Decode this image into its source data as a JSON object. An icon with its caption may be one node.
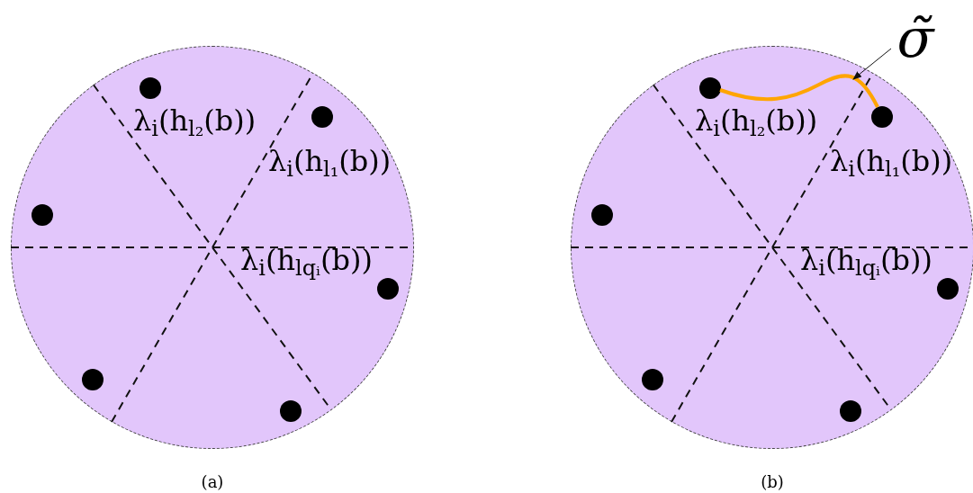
{
  "diagram": {
    "nodes": [
      {
        "text": [],
        "shape": "circle",
        "beside": [
          "(a)"
        ]
      },
      {
        "text": [],
        "shape": "circle",
        "in": 0
      },
      {
        "text": [],
        "shape": "circle",
        "in": 0
      },
      {
        "text": [],
        "shape": "circle",
        "in": 0
      },
      {
        "text": [],
        "shape": "circle",
        "in": 0
      },
      {
        "text": [],
        "shape": "circle",
        "in": 0
      },
      {
        "text": [],
        "shape": "circle",
        "in": 0
      },
      {
        "text": [],
        "shape": "circle",
        "beside": [
          "(b)"
        ]
      },
      {
        "text": [],
        "shape": "circle",
        "in": 7
      },
      {
        "text": [],
        "shape": "circle",
        "in": 7
      },
      {
        "text": [],
        "shape": "circle",
        "in": 7
      },
      {
        "text": [],
        "shape": "circle",
        "in": 7
      },
      {
        "text": [],
        "shape": "circle",
        "in": 7
      },
      {
        "text": [],
        "shape": "circle",
        "in": 7
      },
      {
        "text": [
          "σ̃"
        ]
      }
    ],
    "edges": [
      {
        "from": 8,
        "to": 9,
        "arrow": "none",
        "style": "thick",
        "color": "#ffa500"
      },
      {
        "from": 14,
        "to": null,
        "arrow": "to",
        "color": "#111111"
      }
    ],
    "labels": [
      "λ$_{i}$(h$_{l₂}$(b))",
      "λ$_{i}$(h$_{l₁}$(b))",
      "λ$_{i}$(h$_{lqᵢ}$(b))",
      "λ$_{i}$(h$_{l₂}$(b))",
      "λ$_{i}$(h$_{l₁}$(b))",
      "λ$_{i}$(h$_{lqᵢ}$(b))"
    ]
  }
}
